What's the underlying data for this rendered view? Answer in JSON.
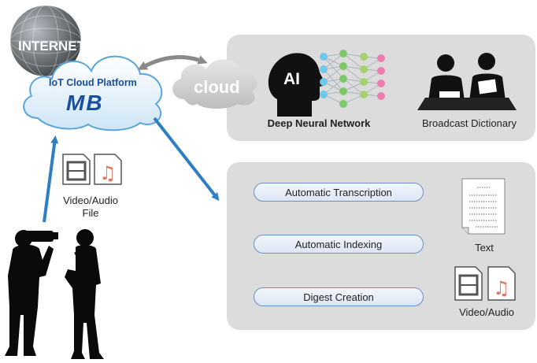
{
  "internet_label": "INTERNET",
  "platform": {
    "title": "IoT Cloud Platform",
    "logo": "MB"
  },
  "cloud_label": "cloud",
  "ai_label": "AI",
  "top_panel": {
    "dnn_label": "Deep Neural Network",
    "dictionary_label": "Broadcast Dictionary"
  },
  "file_label": "Video/Audio\nFile",
  "processes": [
    "Automatic Transcription",
    "Automatic Indexing",
    "Digest Creation"
  ],
  "text_label": "Text",
  "media_label": "Video/Audio",
  "colors": {
    "accent_blue": "#2e7fc1",
    "logo_blue": "#1a4fa0",
    "panel_gray": "#dcdcdc",
    "pill_border": "#6d8fc7",
    "music_red": "#e8735e"
  }
}
